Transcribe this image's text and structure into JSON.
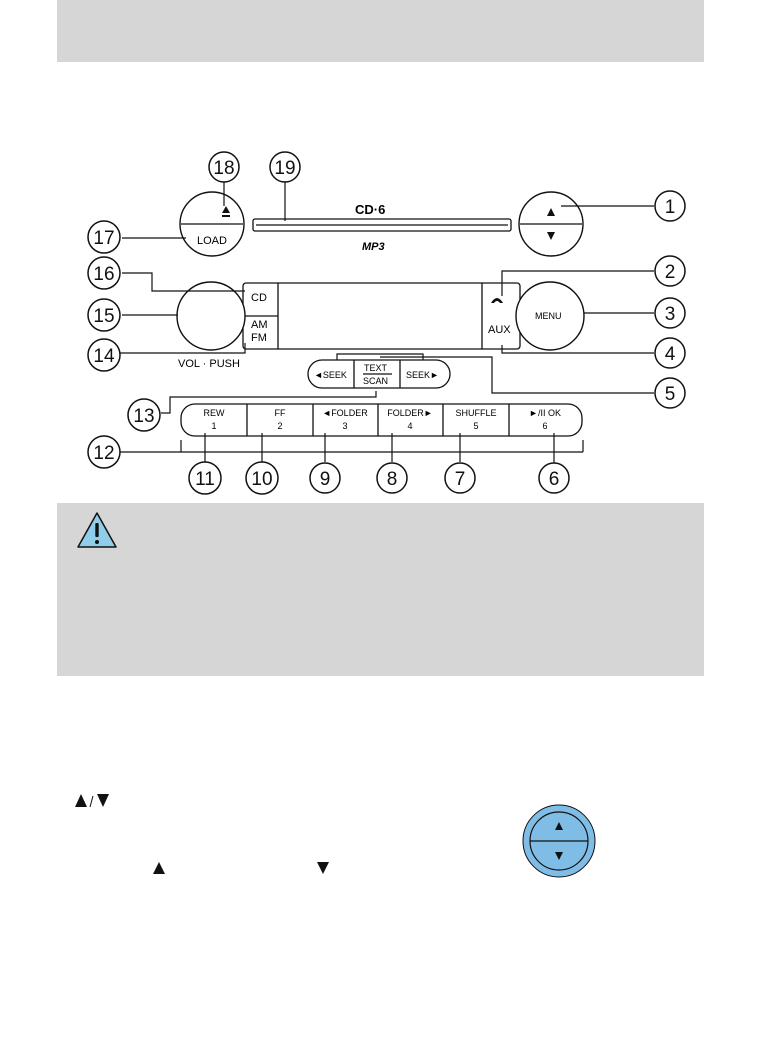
{
  "diagram": {
    "slot_brand": "CD·6",
    "slot_format": "MP3",
    "buttons": {
      "load": "LOAD",
      "cd": "CD",
      "am": "AM",
      "fm": "FM",
      "vol_push": "VOL · PUSH",
      "menu": "MENU",
      "aux": "AUX",
      "seek_left": "◄SEEK",
      "text": "TEXT",
      "scan": "SCAN",
      "seek_right": "SEEK►"
    },
    "presets": [
      {
        "name": "REW",
        "num": "1"
      },
      {
        "name": "FF",
        "num": "2"
      },
      {
        "name": "◄FOLDER",
        "num": "3"
      },
      {
        "name": "FOLDER►",
        "num": "4"
      },
      {
        "name": "SHUFFLE",
        "num": "5"
      },
      {
        "name": "►/II OK",
        "num": "6"
      }
    ],
    "callouts": [
      "1",
      "2",
      "3",
      "4",
      "5",
      "6",
      "7",
      "8",
      "9",
      "10",
      "11",
      "12",
      "13",
      "14",
      "15",
      "16",
      "17",
      "18",
      "19"
    ]
  },
  "icons": {
    "warning": "warning-triangle-icon",
    "eject": "eject-icon",
    "phone": "phone-handset-icon",
    "tune": "tune-up-down-icon"
  },
  "colors": {
    "band_gray": "#d6d6d6",
    "warning_blue": "#8fcde8",
    "tune_blue": "#7fbde6"
  }
}
